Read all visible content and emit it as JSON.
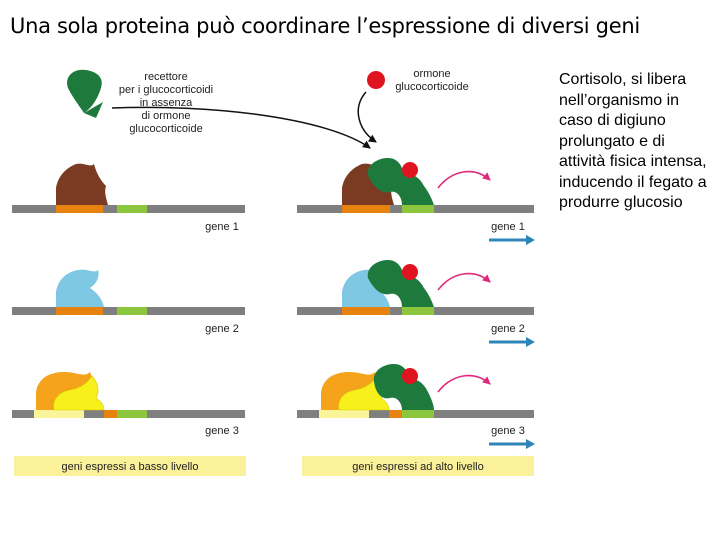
{
  "title": "Una sola proteina può coordinare l’espressione di diversi geni",
  "side_text": "Cortisolo, si libera nell’organismo in caso di digiuno prolungato e di attività fisica intensa, inducendo il fegato a produrre glucosio",
  "receptor_label": [
    "recettore",
    "per i glucocorticoidi",
    "in assenza",
    "di ormone",
    "glucocorticoide"
  ],
  "hormone_label": [
    "ormone",
    "glucocorticoide"
  ],
  "gene_labels": [
    "gene 1",
    "gene 2",
    "gene 3"
  ],
  "caption_low": "geni espressi a basso livello",
  "caption_high": "geni espressi ad alto livello",
  "colors": {
    "receptor": "#1e7a3c",
    "hormone": "#e0141e",
    "protein_gene1": "#7a3b22",
    "protein_gene2": "#7ec8e3",
    "protein_gene3_back": "#f4a31a",
    "protein_gene3_front": "#f7f01a",
    "dna_gray": "#7f7f7f",
    "dna_orange": "#e8820f",
    "dna_green": "#8cc63f",
    "dna_yellow": "#fbf59a",
    "arrow_magenta": "#e0287a",
    "arrow_teal": "#2e86b8",
    "caption_bg": "#fbf19a"
  }
}
